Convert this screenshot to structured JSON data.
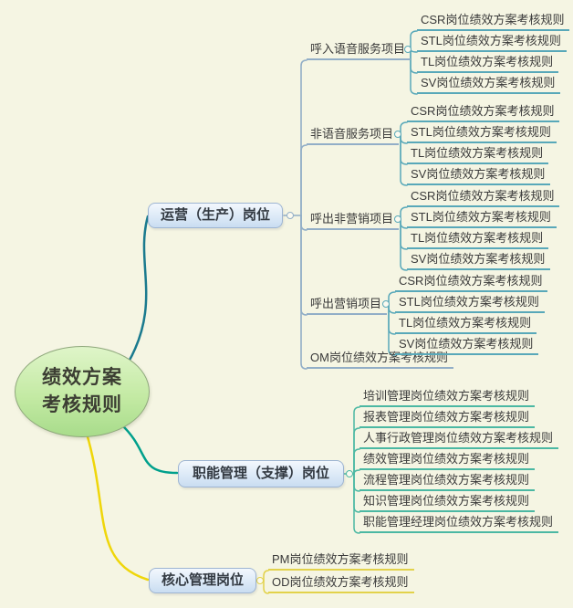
{
  "colors": {
    "background": "#F5F5E3",
    "branch_operations_line": "#1A7A8E",
    "branch_operations_sub_line": "#92AEC7",
    "branch_operations_leaf_line": "#58A8B9",
    "branch_functional_line": "#00A08C",
    "branch_functional_leaf_line": "#4BB8A3",
    "branch_core_line": "#EFD60A",
    "branch_core_leaf_line": "#E2D24B",
    "root_fill": "#BCE69E",
    "main_topic_fill": "#DCE9F7"
  },
  "root": {
    "line1": "绩效方案",
    "line2": "考核规则"
  },
  "branch_operations": {
    "label": "运营（生产）岗位",
    "groups": [
      {
        "label": "呼入语音服务项目",
        "children": [
          "CSR岗位绩效方案考核规则",
          "STL岗位绩效方案考核规则",
          "TL岗位绩效方案考核规则",
          "SV岗位绩效方案考核规则"
        ]
      },
      {
        "label": "非语音服务项目",
        "children": [
          "CSR岗位绩效方案考核规则",
          "STL岗位绩效方案考核规则",
          "TL岗位绩效方案考核规则",
          "SV岗位绩效方案考核规则"
        ]
      },
      {
        "label": "呼出非营销项目",
        "children": [
          "CSR岗位绩效方案考核规则",
          "STL岗位绩效方案考核规则",
          "TL岗位绩效方案考核规则",
          "SV岗位绩效方案考核规则"
        ]
      },
      {
        "label": "呼出营销项目",
        "children": [
          "CSR岗位绩效方案考核规则",
          "STL岗位绩效方案考核规则",
          "TL岗位绩效方案考核规则",
          "SV岗位绩效方案考核规则"
        ]
      }
    ],
    "om_child": "OM岗位绩效方案考核规则"
  },
  "branch_functional": {
    "label": "职能管理（支撑）岗位",
    "children": [
      "培训管理岗位绩效方案考核规则",
      "报表管理岗位绩效方案考核规则",
      "人事行政管理岗位绩效方案考核规则",
      "绩效管理岗位绩效方案考核规则",
      "流程管理岗位绩效方案考核规则",
      "知识管理岗位绩效方案考核规则",
      "职能管理经理岗位绩效方案考核规则"
    ]
  },
  "branch_core": {
    "label": "核心管理岗位",
    "children": [
      "PM岗位绩效方案考核规则",
      "OD岗位绩效方案考核规则"
    ]
  }
}
